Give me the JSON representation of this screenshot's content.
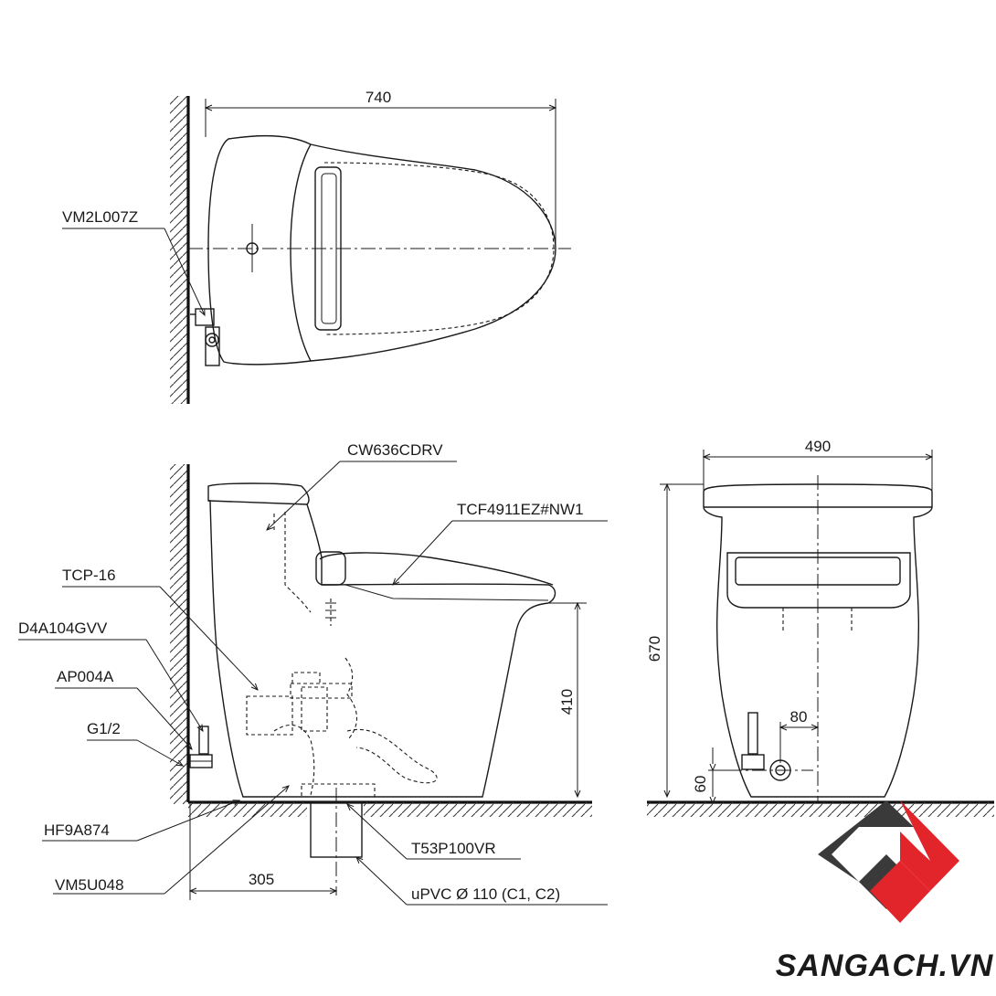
{
  "top_view": {
    "width_dim": "740",
    "label_valve": "VM2L007Z"
  },
  "side_view": {
    "label_toilet": "CW636CDRV",
    "label_seat": "TCF4911EZ#NW1",
    "label_tcp": "TCP-16",
    "label_hose": "D4A104GVV",
    "label_ap": "AP004A",
    "label_thread": "G1/2",
    "label_hf": "HF9A874",
    "label_vm": "VM5U048",
    "label_flange": "T53P100VR",
    "label_pipe": "uPVC Ø 110 (C1, C2)",
    "dim_height_seat": "410",
    "dim_rough_in": "305"
  },
  "front_view": {
    "width_dim": "490",
    "height_dim": "670",
    "offset_dim": "80",
    "supply_height_dim": "60"
  },
  "brand": {
    "text": "SANGACH.VN",
    "color_dark": "#3a3a3a",
    "color_red": "#e2242b"
  }
}
